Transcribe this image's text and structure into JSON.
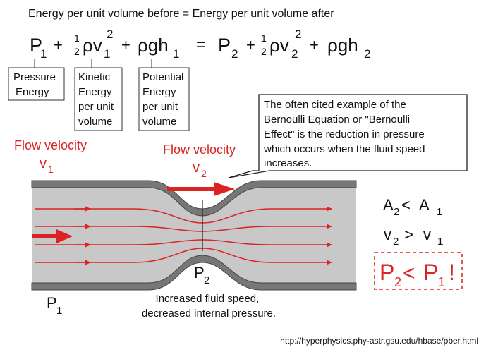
{
  "header": "Energy per unit volume before = Energy per unit volume after",
  "equation": {
    "p": "P",
    "sub1": "1",
    "sub2": "2",
    "plus": "+",
    "equals": "=",
    "half_num": "1",
    "half_den": "2",
    "rho_v": "ρv",
    "squared": "2",
    "rho_g_h": "ρgh"
  },
  "terms": {
    "pressure": [
      "Pressure",
      "Energy"
    ],
    "kinetic": [
      "Kinetic",
      "Energy",
      "per unit",
      "volume"
    ],
    "potential": [
      "Potential",
      "Energy",
      "per unit",
      "volume"
    ]
  },
  "callout": [
    "The often cited example of the",
    "Bernoulli Equation or \"Bernoulli",
    "Effect\" is the reduction in pressure",
    "which occurs when the fluid speed",
    "increases."
  ],
  "flow1": {
    "label": "Flow velocity",
    "symbol": "v",
    "sub": "1"
  },
  "flow2": {
    "label": "Flow velocity",
    "symbol": "v",
    "sub": "2"
  },
  "relations": {
    "area": {
      "a": "A",
      "sub_a": "2",
      "op": "<",
      "b": "A",
      "sub_b": "1"
    },
    "velocity": {
      "a": "v",
      "sub_a": "2",
      "op": ">",
      "b": "v",
      "sub_b": "1"
    },
    "pressure": {
      "a": "P",
      "sub_a": "2",
      "op": "<",
      "b": "P",
      "sub_b": "1",
      "bang": "!"
    }
  },
  "pipe_labels": {
    "p1": {
      "symbol": "P",
      "sub": "1"
    },
    "p2": {
      "symbol": "P",
      "sub": "2"
    }
  },
  "caption": [
    "Increased fluid speed,",
    "decreased internal pressure."
  ],
  "source_url": "http://hyperphysics.phy-astr.gsu.edu/hbase/pber.html",
  "colors": {
    "accent_red": "#dd2222",
    "fluid": "#c8c8c8",
    "wall": "#777777"
  }
}
